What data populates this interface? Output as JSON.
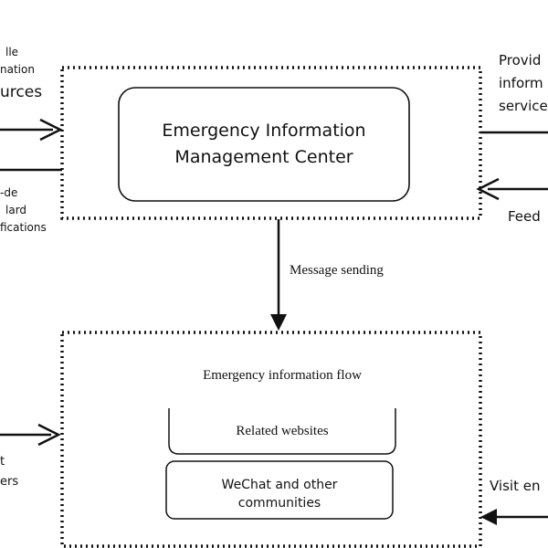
{
  "top_box": {
    "label_line1": "Emergency Information",
    "label_line2": "Management Center"
  },
  "arrow_mid": {
    "label": "Message sending"
  },
  "bottom_box": {
    "title": "Emergency information flow",
    "item1": "Related websites",
    "item2_line1": "WeChat and other",
    "item2_line2": "communities"
  },
  "left_labels": {
    "t1": "lle",
    "t2": "nation",
    "t3": "urces",
    "t4": "-de",
    "t5": "lard",
    "t6": "fications",
    "t7": "t",
    "t8": "ers"
  },
  "right_labels": {
    "r1": "Provid",
    "r2": "inform",
    "r3": "service",
    "r4": "Feed",
    "r5": "Visit en"
  },
  "colors": {
    "line": "#111111",
    "box_border": "#111111"
  }
}
